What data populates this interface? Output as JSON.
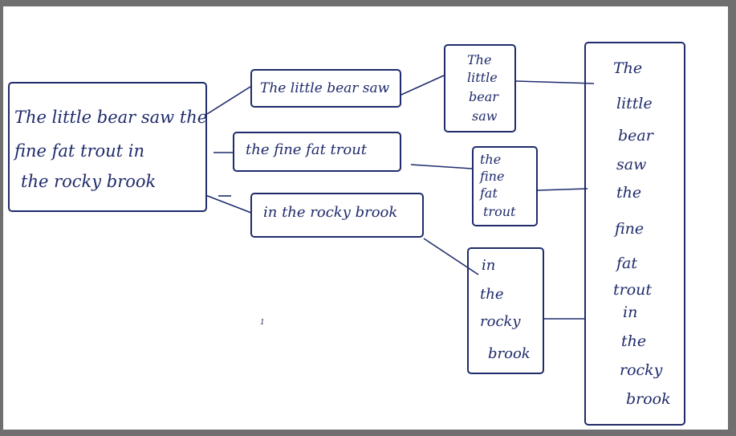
{
  "sentence": {
    "line1": "The little bear saw the",
    "line2": "fine fat trout in",
    "line3": "the rocky brook"
  },
  "phrases": {
    "p1": "The little bear saw",
    "p2": "the fine fat trout",
    "p3": "in the rocky brook"
  },
  "stack1": [
    "The",
    "little",
    "bear",
    "saw"
  ],
  "stack2": [
    "the",
    "fine",
    "fat",
    "trout"
  ],
  "stack3": [
    "in",
    "the",
    "rocky",
    "brook"
  ],
  "final_words": [
    "The",
    "little",
    "bear",
    "saw",
    "the",
    "fine",
    "fat",
    "trout",
    "in",
    "the",
    "rocky",
    "brook"
  ],
  "stray_mark": "1",
  "colors": {
    "ink": "#1f2b6b",
    "background": "#ffffff",
    "frame": "#6f6f6f"
  }
}
